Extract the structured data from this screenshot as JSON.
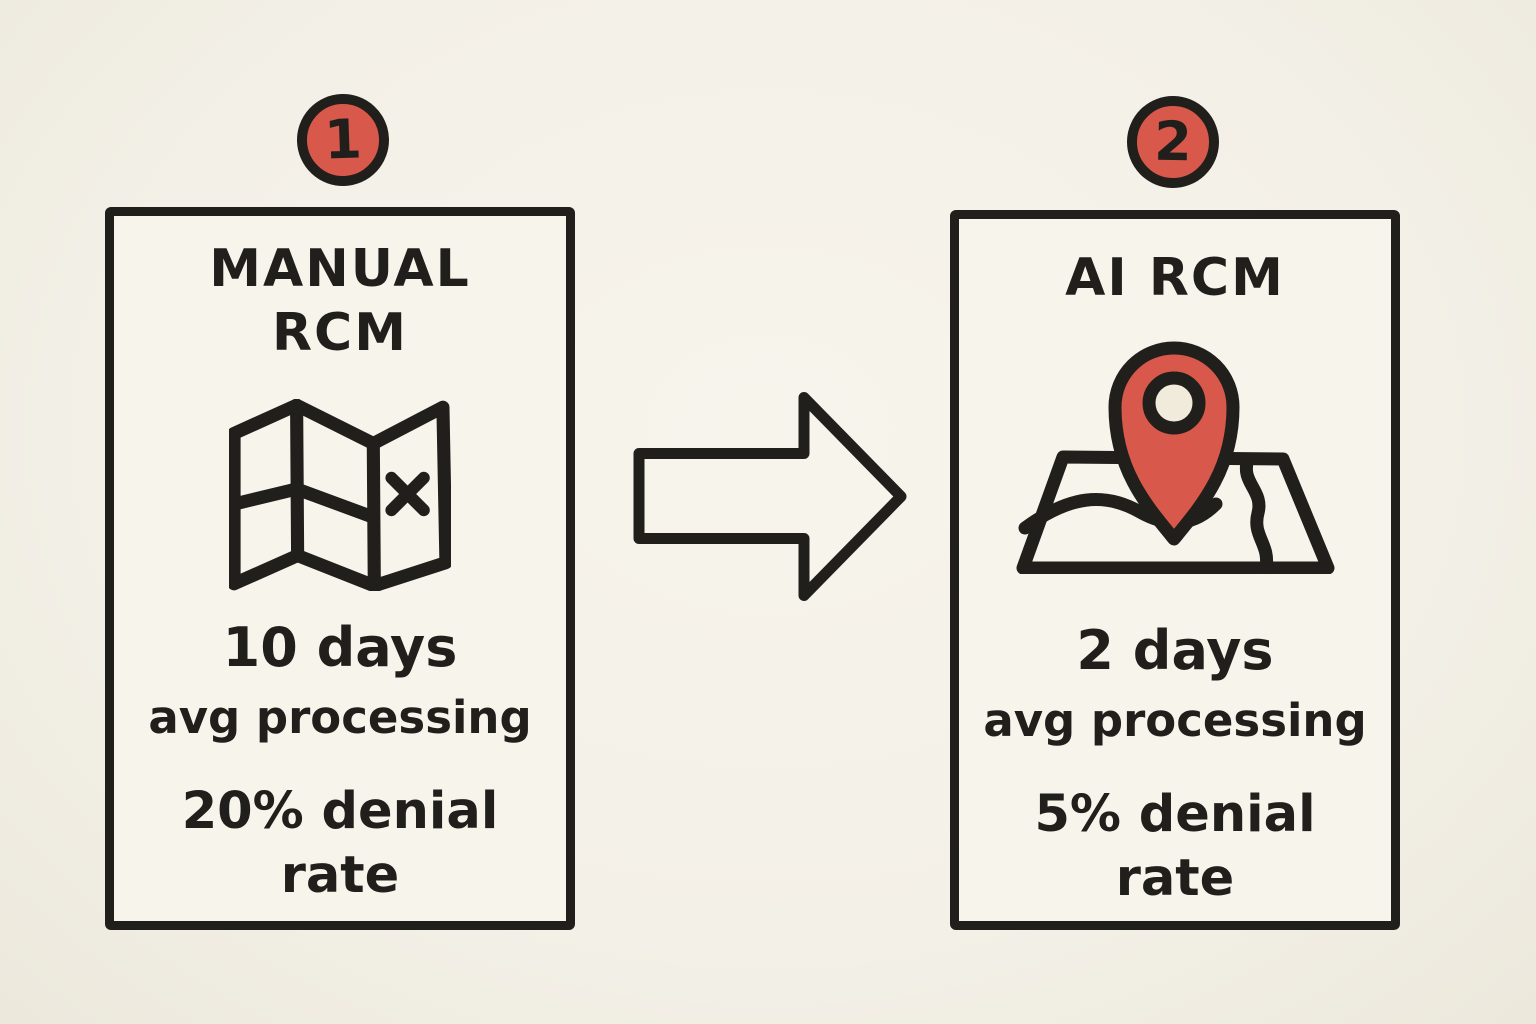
{
  "colors": {
    "paper": "#f3f0e7",
    "panel_fill": "#f7f4ec",
    "ink": "#211f1b",
    "accent_red": "#d8594b",
    "pin_inner_cream": "#f1ebdc"
  },
  "steps": [
    {
      "badge": "1",
      "title_line1": "MANUAL",
      "title_line2": "RCM",
      "icon": "folded-map-with-x",
      "stat1_value": "10 days",
      "stat1_caption": "avg processing",
      "stat2_line1": "20% denial",
      "stat2_line2": "rate"
    },
    {
      "badge": "2",
      "title_line1": "AI RCM",
      "title_line2": "",
      "icon": "map-with-location-pin",
      "stat1_value": "2 days",
      "stat1_caption": "avg processing",
      "stat2_line1": "5% denial",
      "stat2_line2": "rate"
    }
  ],
  "arrow": {
    "icon": "block-arrow-right",
    "direction": "right"
  }
}
